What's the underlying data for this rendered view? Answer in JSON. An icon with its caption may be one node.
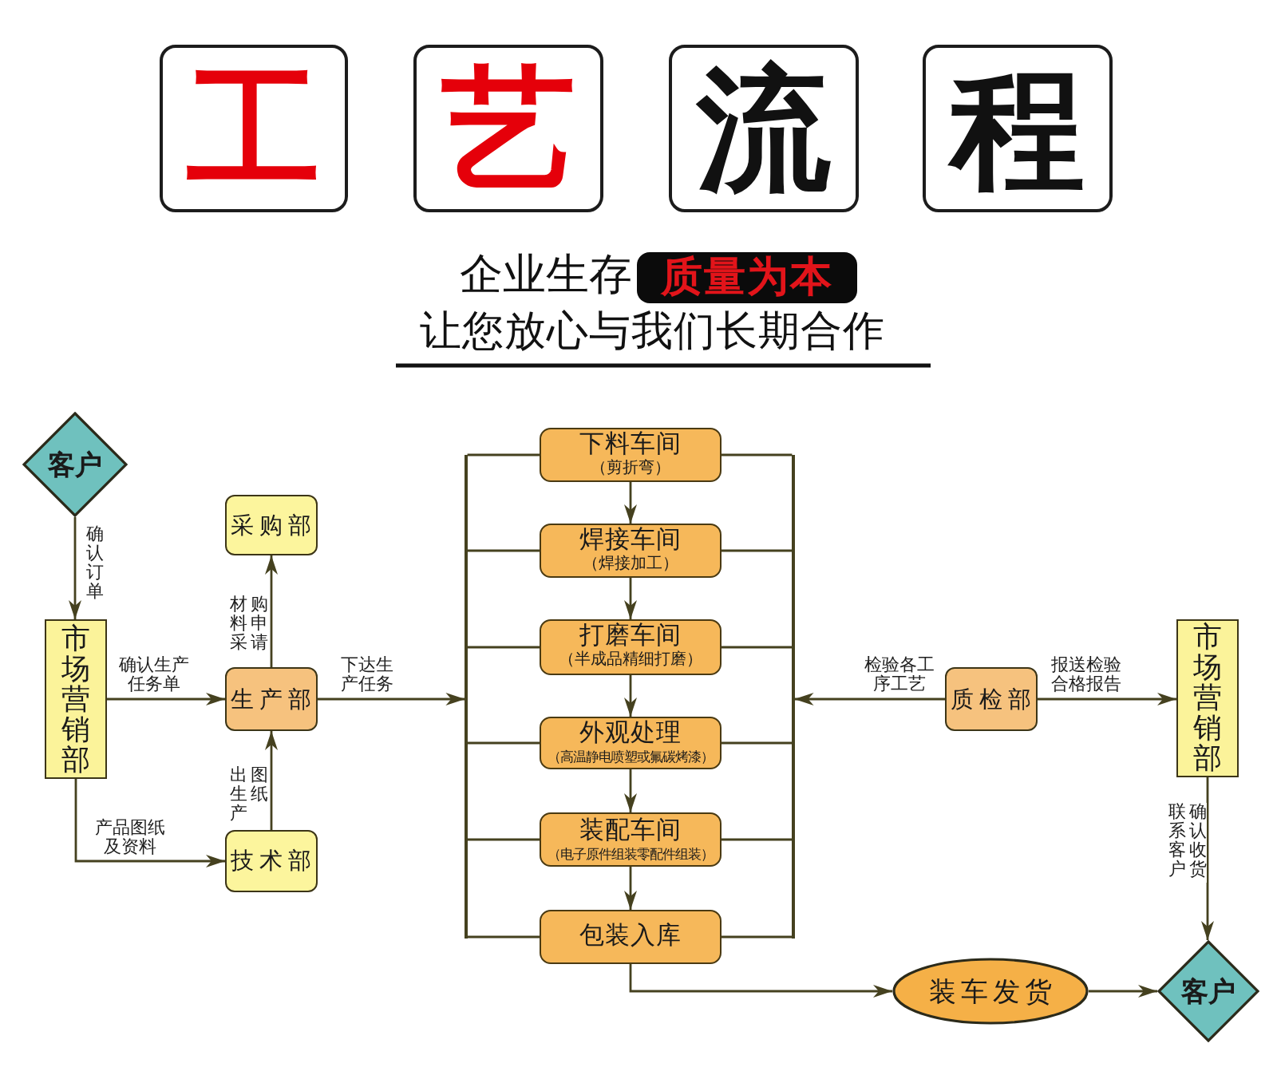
{
  "diagram": {
    "nodes": [
      {
        "text": [
          "工"
        ]
      },
      {
        "text": [
          "艺"
        ]
      },
      {
        "text": [
          "流"
        ]
      },
      {
        "text": [
          "程"
        ]
      },
      {
        "text": [
          "质量为本"
        ]
      },
      {
        "text": [
          "客户"
        ]
      },
      {
        "text": [
          "采购部"
        ]
      },
      {
        "text": [
          "市场营销部"
        ]
      },
      {
        "text": [
          "生产部"
        ]
      },
      {
        "text": [
          "技术部"
        ]
      },
      {
        "text": [],
        "shape": "bar"
      },
      {
        "text": [
          "下料车间",
          "（剪折弯）"
        ]
      },
      {
        "text": [
          "焊接车间",
          "（焊接加工）"
        ]
      },
      {
        "text": [
          "打磨车间",
          "（半成品精细打磨）"
        ]
      },
      {
        "text": [
          "外观处理",
          "（高温静电喷塑或氟碳烤漆）"
        ]
      },
      {
        "text": [
          "装配车间",
          "（电子原件组装零配件组装）"
        ]
      },
      {
        "text": [
          "包装入库"
        ]
      },
      {
        "text": [],
        "shape": "bar"
      },
      {
        "text": [
          "质检部"
        ]
      },
      {
        "text": [
          "市场营销部"
        ]
      },
      {
        "text": [
          "装车发货"
        ]
      },
      {
        "text": [
          "客户"
        ]
      }
    ],
    "edges": [
      {
        "from": 5,
        "to": 7,
        "arrow": "to",
        "label": "确认订单"
      },
      {
        "from": 7,
        "to": 8,
        "arrow": "to",
        "label": "确认生产任务单"
      },
      {
        "from": 7,
        "to": 9,
        "arrow": "to",
        "label": "产品图纸及资料"
      },
      {
        "from": 8,
        "to": 6,
        "arrow": "to",
        "label": "材料采购申请"
      },
      {
        "from": 9,
        "to": 8,
        "arrow": "to",
        "label": "出生产图纸"
      },
      {
        "from": 8,
        "to": 10,
        "arrow": "to",
        "label": "下达生产任务"
      },
      {
        "from": 10,
        "to": 11,
        "arrow": "none"
      },
      {
        "from": 10,
        "to": 12,
        "arrow": "none"
      },
      {
        "from": 10,
        "to": 13,
        "arrow": "none"
      },
      {
        "from": 10,
        "to": 14,
        "arrow": "none"
      },
      {
        "from": 10,
        "to": 15,
        "arrow": "none"
      },
      {
        "from": 10,
        "to": 16,
        "arrow": "none"
      },
      {
        "from": 18,
        "to": 17,
        "arrow": "to",
        "label": "检验各工序工艺"
      },
      {
        "from": 17,
        "to": 11,
        "arrow": "none"
      },
      {
        "from": 17,
        "to": 12,
        "arrow": "none"
      },
      {
        "from": 17,
        "to": 13,
        "arrow": "none"
      },
      {
        "from": 17,
        "to": 14,
        "arrow": "none"
      },
      {
        "from": 17,
        "to": 15,
        "arrow": "none"
      },
      {
        "from": 17,
        "to": 16,
        "arrow": "none"
      },
      {
        "from": 18,
        "to": 19,
        "arrow": "to",
        "label": "报送检验合格报告"
      },
      {
        "from": 19,
        "to": 21,
        "arrow": "to",
        "label": "联系客户确认收货"
      },
      {
        "from": 11,
        "to": 12,
        "arrow": "to"
      },
      {
        "from": 12,
        "to": 13,
        "arrow": "to"
      },
      {
        "from": 13,
        "to": 14,
        "arrow": "to"
      },
      {
        "from": 14,
        "to": 15,
        "arrow": "to"
      },
      {
        "from": 15,
        "to": 16,
        "arrow": "to"
      },
      {
        "from": 16,
        "to": 20,
        "arrow": "to"
      },
      {
        "from": 20,
        "to": 21,
        "arrow": "to"
      }
    ],
    "labels": [
      "企业生存",
      "让您放心与我们长期合作"
    ]
  }
}
